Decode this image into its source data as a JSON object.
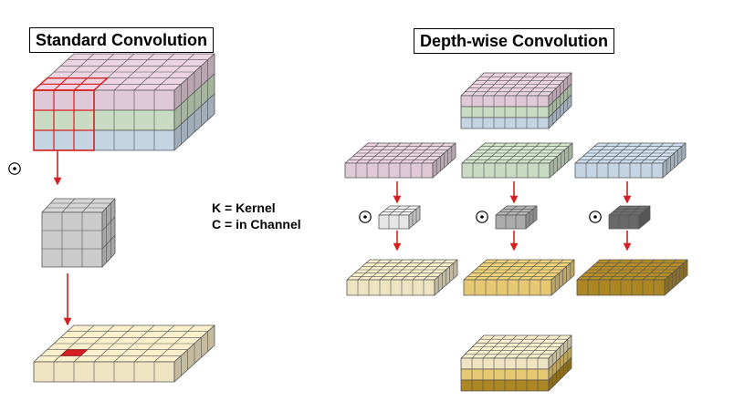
{
  "titles": {
    "standard": "Standard Convolution",
    "depthwise": "Depth-wise Convolution"
  },
  "legend": {
    "kernel": "K = Kernel",
    "channel": "C = in Channel"
  },
  "operator_symbol": "⊙",
  "colors": {
    "channel_1": "#ecd4e2",
    "channel_2": "#d4e7cc",
    "channel_3": "#cfdfef",
    "kernel_standard": "#d6d6d6",
    "kernel_1": "#f2f2f2",
    "kernel_2": "#b4b4b4",
    "kernel_3": "#6e6e6e",
    "output_1": "#fbf0cc",
    "output_2": "#f2d378",
    "output_3": "#b58d24",
    "highlight": "#d42020",
    "arrow": "#d42020"
  }
}
